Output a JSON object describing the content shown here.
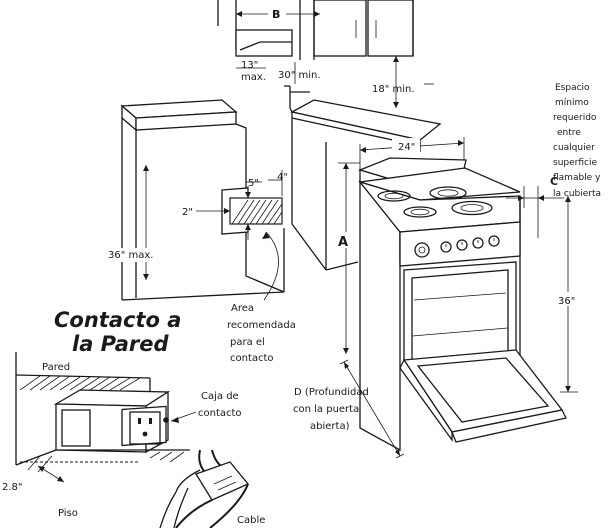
{
  "dimensions": {
    "b": "B",
    "depth_13": "13\"",
    "depth_13_max": "max.",
    "height_30": "30\" min.",
    "height_18": "18\" min.",
    "outlet_5": "5\"",
    "outlet_4": "4\"",
    "outlet_2": "2\"",
    "width_24": "24\"",
    "c": "C",
    "a": "A",
    "counter_36": "36\" max.",
    "range_36": "36\"",
    "floor_2_8": "2.8\""
  },
  "labels": {
    "clearance_lines": [
      "Espacio",
      "mínimo",
      "requerido",
      "entre",
      "cualquier",
      "superficie",
      "flamable y",
      "la cubierta"
    ],
    "outlet_area_lines": [
      "Area",
      "recomendada",
      "para el",
      "contacto"
    ],
    "depth_d_lines": [
      "D (Profundidad",
      "con la puerta",
      "abierta)"
    ],
    "wall_outlet_title_lines": [
      "Contacto a",
      "la Pared"
    ],
    "wall": "Pared",
    "outlet_box_lines": [
      "Caja de",
      "contacto"
    ],
    "floor": "Piso",
    "cable": "Cable"
  }
}
